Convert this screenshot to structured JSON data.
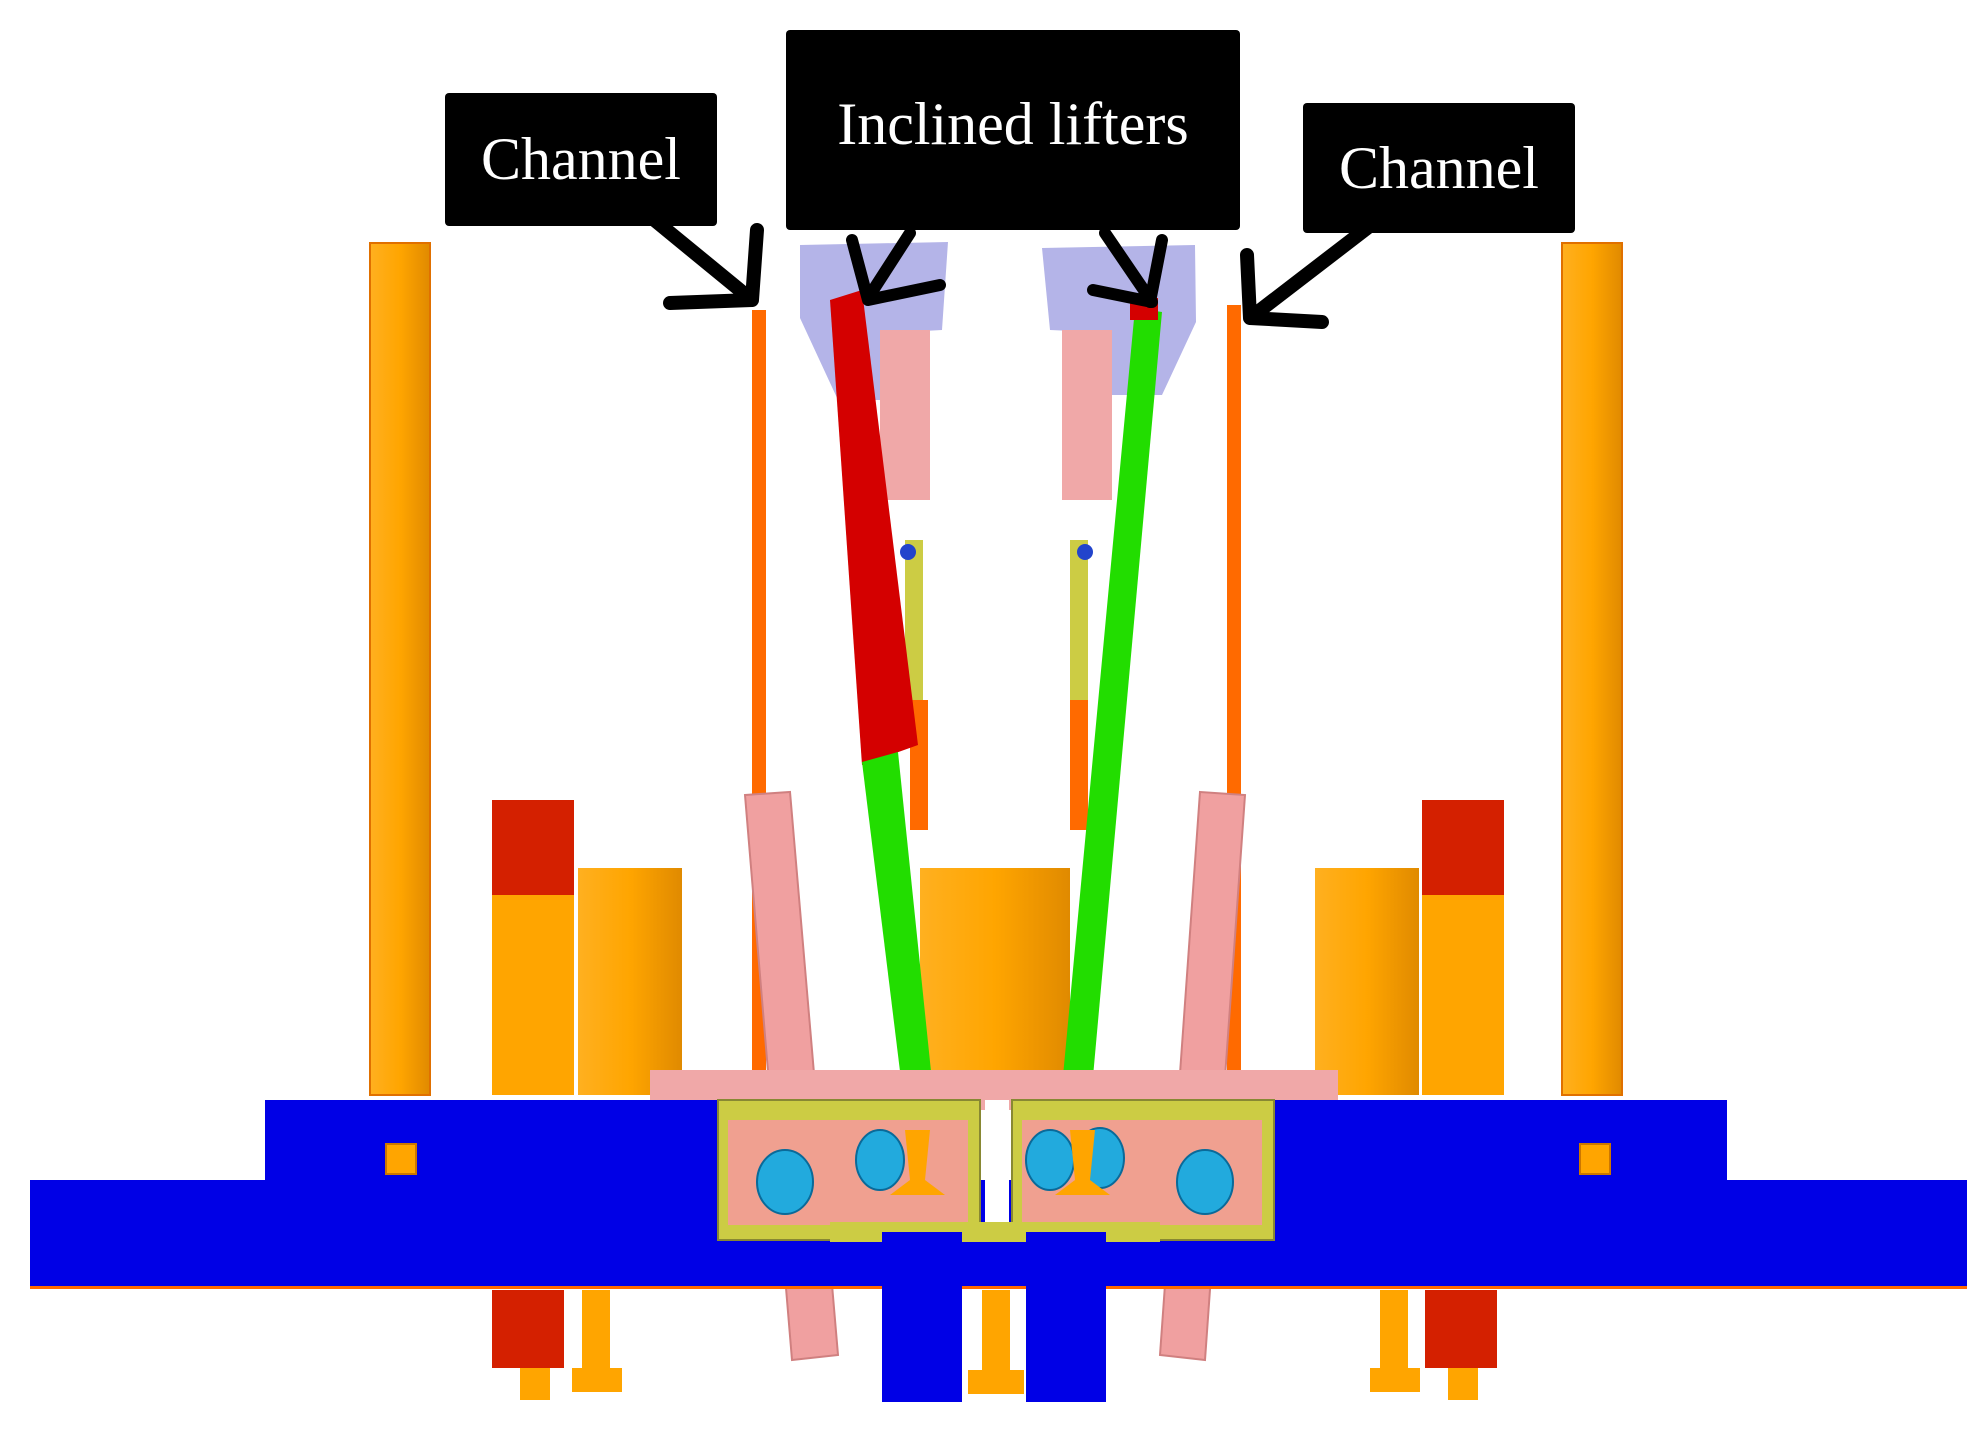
{
  "labels": {
    "channel_left": "Channel",
    "inclined_lifters": "Inclined lifters",
    "channel_right": "Channel"
  },
  "colors": {
    "base_plate": "#0000e6",
    "support_pillar": "#ffa500",
    "ejector_pin": "#ff6a00",
    "red_lifter": "#d40000",
    "green_lifter": "#22dd00",
    "pink_guide": "#f4a0a0",
    "lifter_head": "#b4b4e8",
    "slide_block": "#cccc44",
    "ball": "#22aadd",
    "callout_bg": "#000000",
    "callout_text": "#ffffff"
  }
}
